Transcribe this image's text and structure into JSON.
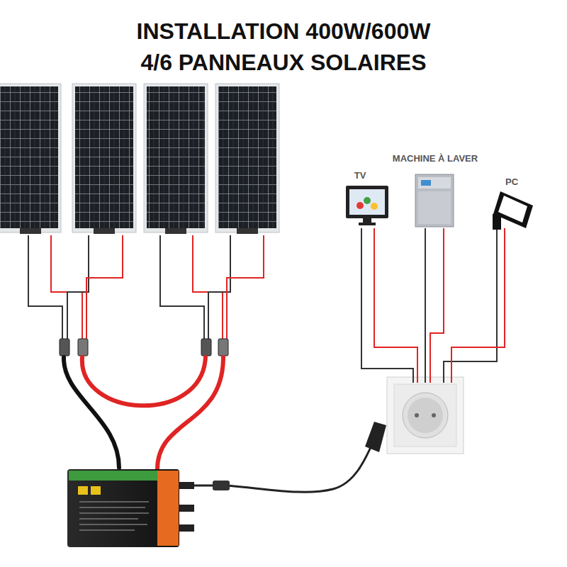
{
  "diagram": {
    "title": "INSTALLATION 400W/600W 4/6 PANNEAUX SOLAIRES",
    "labels": [
      "TV",
      "MACHINE À LAVER",
      "PC"
    ]
  }
}
